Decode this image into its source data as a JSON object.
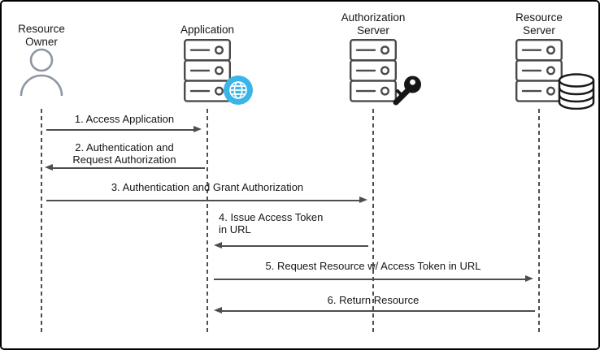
{
  "diagram": {
    "type": "sequence",
    "colors": {
      "background": "#ffffff",
      "border": "#000000",
      "line": "#4d4d4d",
      "server_icon": "#4a4a4a",
      "person_icon": "#8d96a4",
      "globe_badge": "#3bb5e8",
      "dark_badge": "#161616",
      "text": "#161616"
    },
    "actors": [
      {
        "label": "Resource\nOwner",
        "icon": "person-icon",
        "badge": null
      },
      {
        "label": "Application",
        "icon": "server-icon",
        "badge": "globe-icon"
      },
      {
        "label": "Authorization\nServer",
        "icon": "server-icon",
        "badge": "key-icon"
      },
      {
        "label": "Resource\nServer",
        "icon": "server-icon",
        "badge": "database-icon"
      }
    ],
    "messages": [
      {
        "text": "1. Access Application",
        "from": "Resource Owner",
        "to": "Application",
        "direction": "right"
      },
      {
        "text": "2. Authentication and\nRequest Authorization",
        "from": "Application",
        "to": "Resource Owner",
        "direction": "left"
      },
      {
        "text": "3. Authentication and Grant Authorization",
        "from": "Resource Owner",
        "to": "Authorization Server",
        "direction": "right"
      },
      {
        "text": "4. Issue Access Token\nin URL",
        "from": "Authorization Server",
        "to": "Application",
        "direction": "left"
      },
      {
        "text": "5. Request Resource w/ Access Token in URL",
        "from": "Application",
        "to": "Resource Server",
        "direction": "right"
      },
      {
        "text": "6. Return Resource",
        "from": "Resource Server",
        "to": "Application",
        "direction": "left"
      }
    ]
  }
}
